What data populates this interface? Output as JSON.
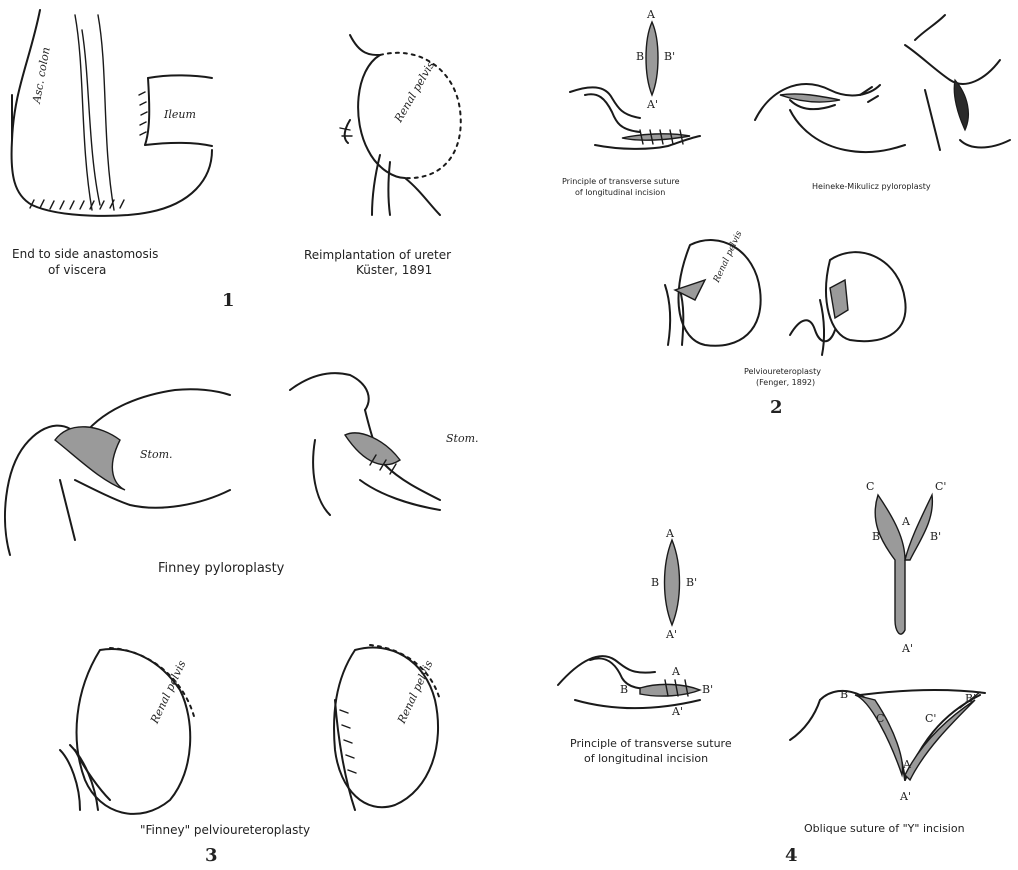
{
  "panel1": {
    "number": "1",
    "left": {
      "caption_line1": "End to side anastomosis",
      "caption_line2": "of viscera",
      "label_colon": "Asc. colon",
      "label_ileum": "Ileum"
    },
    "right": {
      "caption_line1": "Reimplantation of ureter",
      "caption_line2": "Küster, 1891",
      "label_pelvis": "Renal pelvis"
    }
  },
  "panel2": {
    "number": "2",
    "principle_caption_line1": "Principle of transverse suture",
    "principle_caption_line2": "of longitudinal incision",
    "heineke_caption": "Heineke-Mikulicz pyloroplasty",
    "pelvio_caption_line1": "Pelvioureteroplasty",
    "pelvio_caption_line2": "(Fenger, 1892)",
    "label_pelvis": "Renal pelvis",
    "points": {
      "a": "A",
      "a_prime": "A'",
      "b": "B",
      "b_prime": "B'"
    }
  },
  "panel3": {
    "number": "3",
    "finney_caption": "Finney pyloroplasty",
    "label_stom": "Stom.",
    "pelvio_caption": "\"Finney\" pelvioureteroplasty",
    "label_pelvis": "Renal pelvis"
  },
  "panel4": {
    "number": "4",
    "principle_caption_line1": "Principle of transverse suture",
    "principle_caption_line2": "of longitudinal incision",
    "oblique_caption": "Oblique suture of \"Y\" incision",
    "points": {
      "a": "A",
      "a_prime": "A'",
      "b": "B",
      "b_prime": "B'",
      "c": "C",
      "c_prime": "C'"
    }
  }
}
